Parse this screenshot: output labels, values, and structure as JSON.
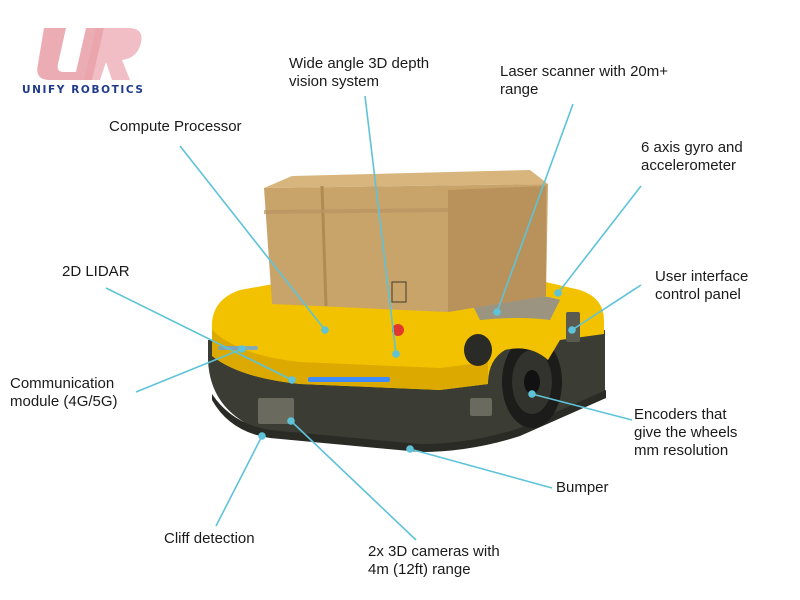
{
  "brand": {
    "name": "UNIFY ROBOTICS",
    "color": "#1f3a8a",
    "logo_color": "#e9a3ab"
  },
  "labels": {
    "depth_vision": "Wide angle 3D depth\nvision system",
    "laser_scanner": "Laser scanner with 20m+\nrange",
    "compute": "Compute Processor",
    "gyro": "6 axis gyro and\naccelerometer",
    "lidar": "2D LIDAR",
    "ui_panel": "User interface\ncontrol panel",
    "comm": "Communication\nmodule (4G/5G)",
    "encoders": "Encoders that\ngive the wheels\nmm resolution",
    "bumper": "Bumper",
    "cliff": "Cliff detection",
    "cameras": "2x 3D cameras with\n4m (12ft) range"
  },
  "colors": {
    "leader_line": "#5ec3d8",
    "robot_body": "#f2c200",
    "robot_base": "#3b3d34",
    "box": "#c9a46a",
    "indicator": "#3d8bff"
  }
}
